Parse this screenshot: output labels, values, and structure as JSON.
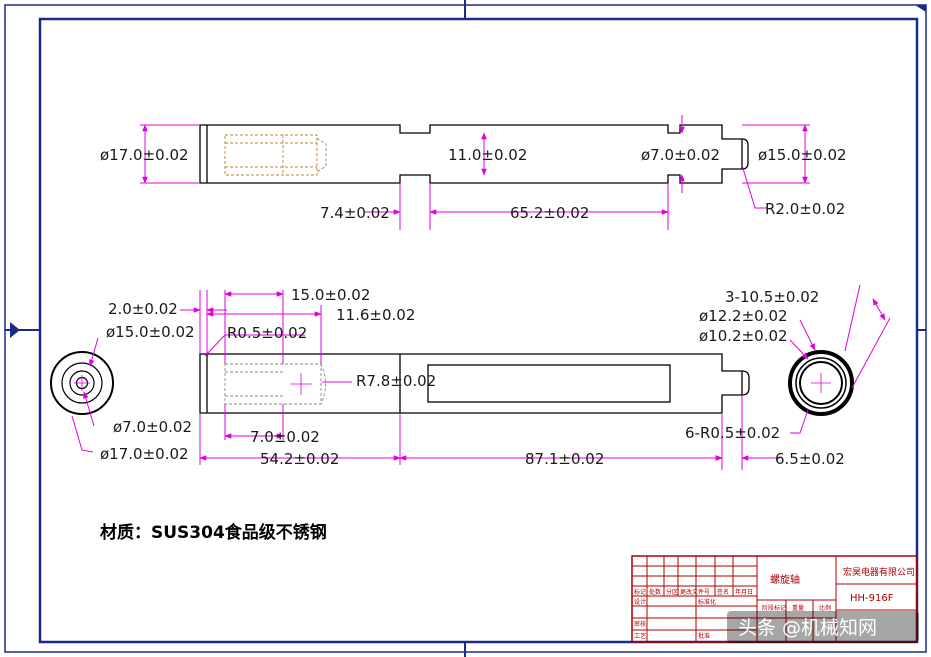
{
  "shaft_top": {
    "dia_left": "ø17.0±0.02",
    "dia_neck": "11.0±0.02",
    "dia_right": "ø7.0±0.02",
    "dia_end": "ø15.0±0.02",
    "len_left": "7.4±0.02",
    "len_neck": "65.2±0.02",
    "radius": "R2.0±0.02"
  },
  "shaft_bottom": {
    "chamfer": "2.0±0.02",
    "bore_dia": "ø15.0±0.02",
    "depth_1": "15.0±0.02",
    "depth_2": "11.6±0.02",
    "radius_small": "R0.5±0.02",
    "radius_large": "R7.8±0.02",
    "pin_dia": "ø7.0±0.02",
    "len_1": "7.0±0.02",
    "outer_dia": "ø17.0±0.02",
    "len_2": "54.2±0.02",
    "len_3": "87.1±0.02",
    "len_4": "6.5±0.02"
  },
  "end_view": {
    "flute": "3-10.5±0.02",
    "dia_outer": "ø12.2±0.02",
    "dia_inner": "ø10.2±0.02",
    "fillet": "6-R0.5±0.02"
  },
  "material": "材质：SUS304食品级不锈钢",
  "title_block": {
    "part_name": "螺旋轴",
    "company": "宏昊电器有限公司",
    "drawing_no": "HH-916F",
    "labels": [
      "标记",
      "处数",
      "分区",
      "更改文件号",
      "签名",
      "年月日",
      "设计",
      "标准化",
      "阶段标记",
      "重量",
      "比例",
      "审核",
      "工艺",
      "批准"
    ]
  },
  "watermark": "头条 @机械知网",
  "colors": {
    "dimension": "#e000e0",
    "outline": "#000000",
    "frame": "#1a2a8a",
    "titleblock": "#b00000"
  }
}
